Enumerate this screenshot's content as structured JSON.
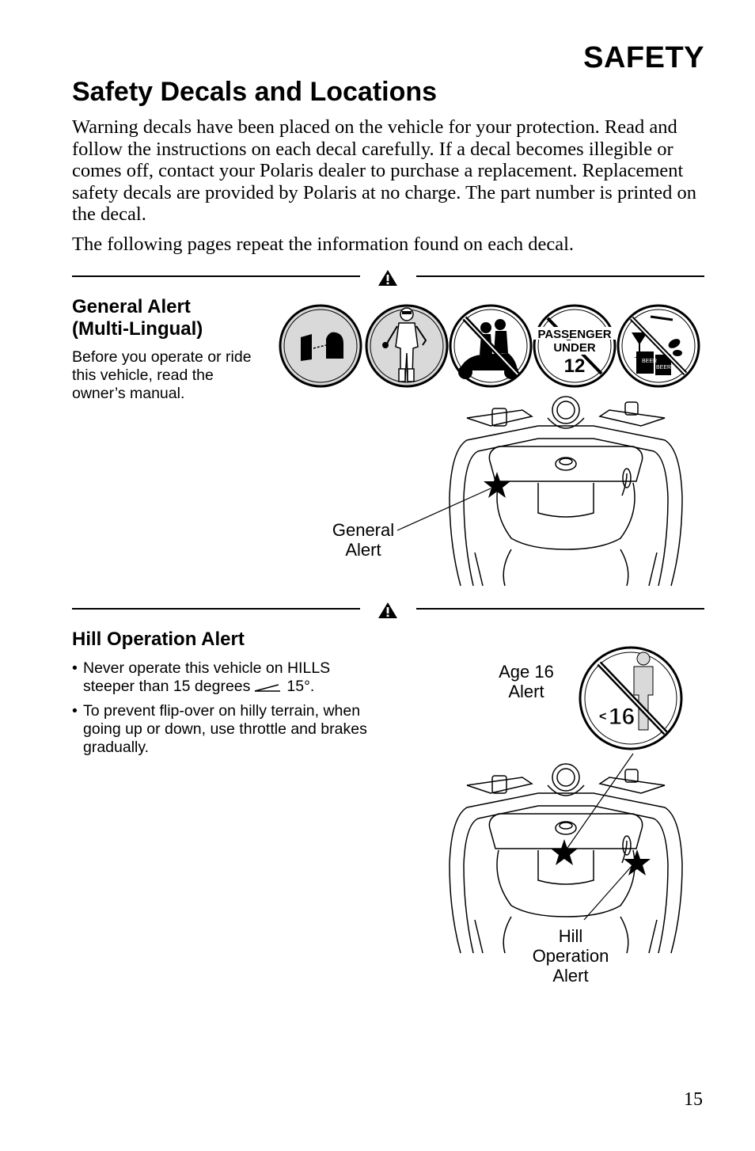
{
  "header": {
    "section": "SAFETY"
  },
  "title": "Safety Decals and Locations",
  "intro": "Warning decals have been placed on the vehicle for your protection. Read and follow the instructions on each decal carefully. If a decal becomes illegible or comes off, contact your Polaris dealer to purchase a replacement. Replacement safety decals are provided by Polaris at no charge. The part number is printed on the decal.",
  "intro2": "The following pages repeat the information found on each decal.",
  "general_alert": {
    "title_line1": "General Alert",
    "title_line2": "(Multi-Lingual)",
    "body": "Before you operate or ride this vehicle, read the owner’s manual.",
    "decals": {
      "passenger_line1": "PASSENGER",
      "passenger_line2": "UNDER",
      "passenger_age": "12",
      "beer_label": "BEER"
    },
    "callout_line1": "General",
    "callout_line2": "Alert"
  },
  "hill_alert": {
    "title": "Hill Operation Alert",
    "bullet1_line1": "Never operate this vehicle on HILLS",
    "bullet1_line2": "steeper than 15 degrees",
    "bullet1_suffix": "15°.",
    "bullet2": "To prevent flip-over on hilly terrain, when going up or down, use throttle and brakes gradually.",
    "age_callout_line1": "Age 16",
    "age_callout_line2": "Alert",
    "age_decal_prefix": "<",
    "age_decal_number": "16",
    "hill_callout_line1": "Hill",
    "hill_callout_line2": "Operation",
    "hill_callout_line3": "Alert"
  },
  "page_number": "15"
}
